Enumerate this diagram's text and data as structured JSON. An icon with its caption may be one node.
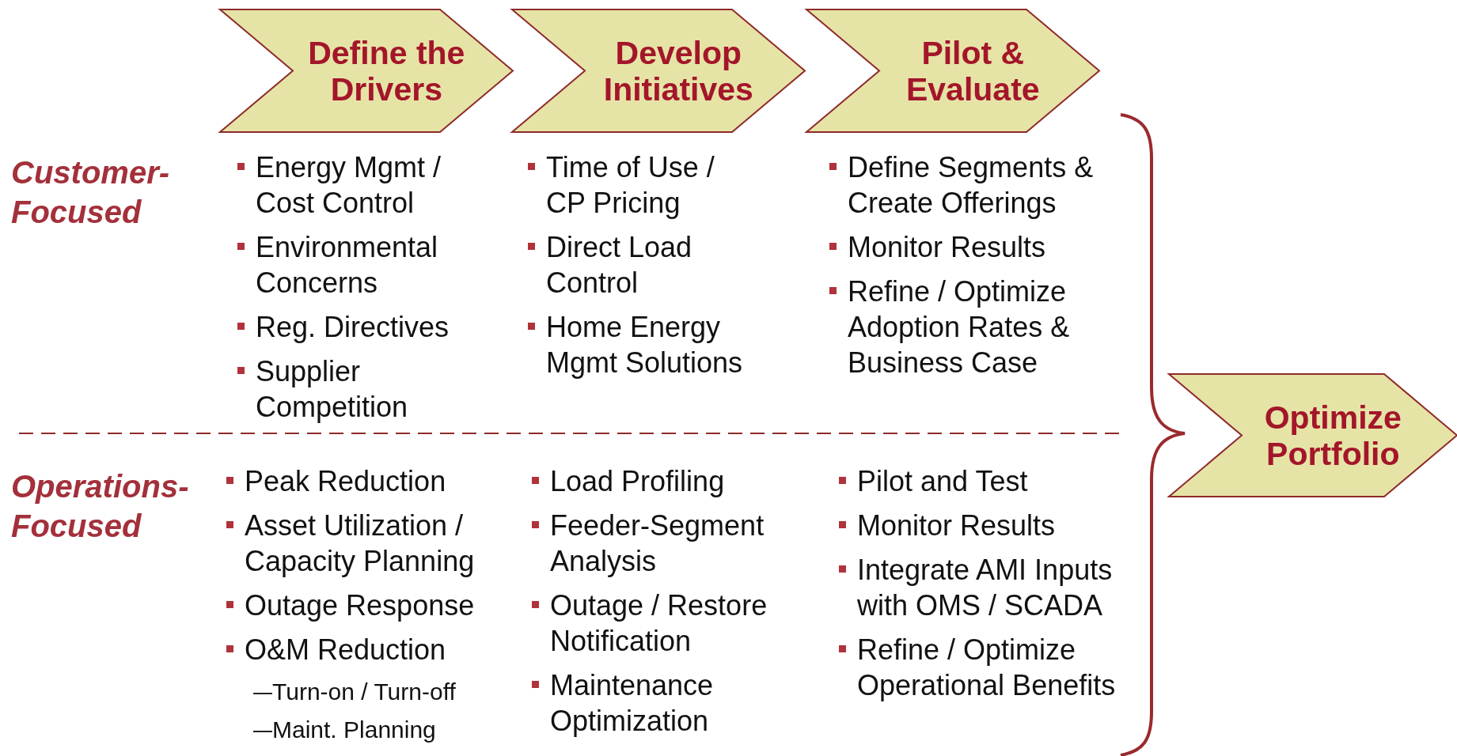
{
  "diagram": {
    "nodes": [
      {
        "text": [
          "Define the Drivers"
        ]
      },
      {
        "text": [
          "Develop Initiatives"
        ]
      },
      {
        "text": [
          "Pilot & Evaluate"
        ]
      },
      {
        "text": [
          "Optimize Portfolio"
        ]
      }
    ],
    "labels": [
      "Customer-Focused",
      "Energy Mgmt / Cost Control",
      "Environmental Concerns",
      "Reg. Directives",
      "Supplier Competition",
      "Time of Use / CP Pricing",
      "Direct Load Control",
      "Home Energy Mgmt Solutions",
      "Define Segments & Create Offerings",
      "Monitor Results",
      "Refine / Optimize Adoption Rates & Business Case",
      "Operations-Focused",
      "Peak Reduction",
      "Asset Utilization / Capacity Planning",
      "Outage Response",
      "O&M Reduction",
      "Turn-on / Turn-off",
      "Maint. Planning",
      "Load Profiling",
      "Feeder-Segment Analysis",
      "Outage / Restore Notification",
      "Maintenance Optimization",
      "Pilot and Test",
      "Monitor Results",
      "Integrate AMI Inputs with OMS / SCADA",
      "Refine / Optimize Operational Benefits"
    ]
  }
}
